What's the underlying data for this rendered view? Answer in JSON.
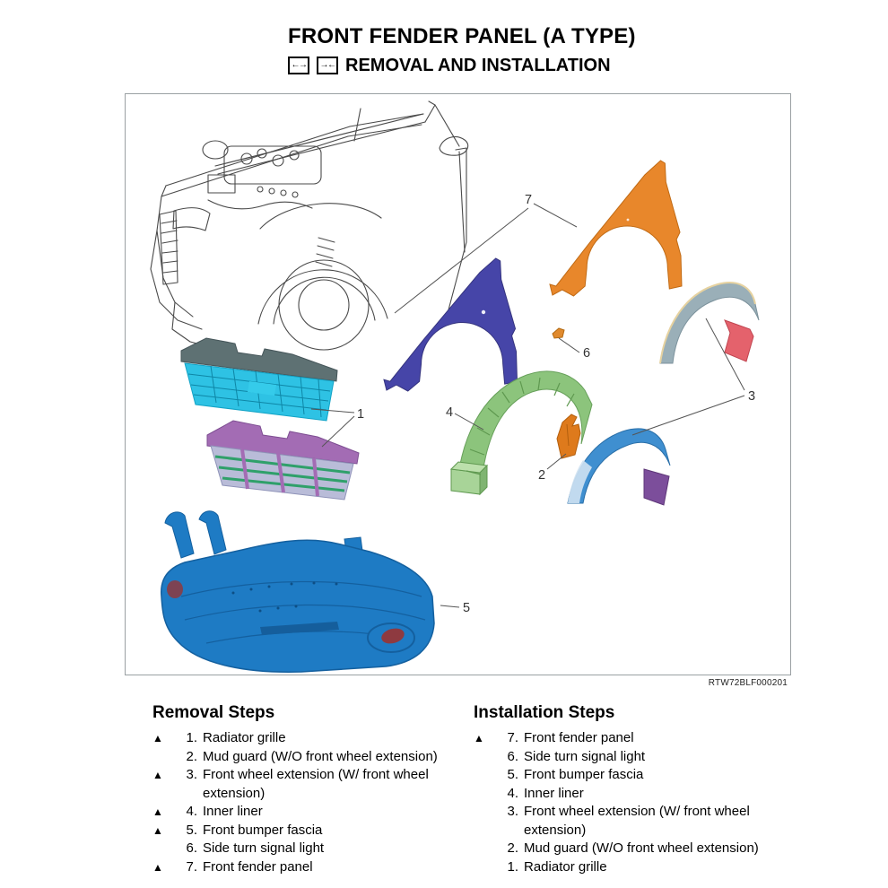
{
  "page": {
    "title": "FRONT FENDER PANEL (A TYPE)",
    "subtitle": "REMOVAL AND INSTALLATION",
    "icons": [
      {
        "name": "removal-direction-icon",
        "glyph": "←→"
      },
      {
        "name": "installation-direction-icon",
        "glyph": "→←"
      }
    ]
  },
  "diagram": {
    "figure_code": "RTW72BLF000201",
    "parts": [
      {
        "callout": "1",
        "name": "Radiator grille",
        "colors": [
          "#2EC2E4",
          "#A36CB4"
        ]
      },
      {
        "callout": "2",
        "name": "Mud guard (W/O front wheel extension)",
        "colors": [
          "#DE7A1C"
        ]
      },
      {
        "callout": "3",
        "name": "Front wheel extension (W/ front wheel extension)",
        "colors": [
          "#9AAFB8",
          "#3F8FD0"
        ]
      },
      {
        "callout": "4",
        "name": "Inner liner",
        "colors": [
          "#8CC47C"
        ]
      },
      {
        "callout": "5",
        "name": "Front bumper fascia",
        "colors": [
          "#1E7BC4"
        ]
      },
      {
        "callout": "6",
        "name": "Side turn signal light",
        "colors": [
          "#E08A2E"
        ]
      },
      {
        "callout": "7",
        "name": "Front fender panel",
        "colors": [
          "#4645A8",
          "#E8872B"
        ]
      }
    ]
  },
  "removal": {
    "heading": "Removal Steps",
    "items": [
      {
        "marker": "▲",
        "number": "1.",
        "text": "Radiator grille"
      },
      {
        "marker": "",
        "number": "2.",
        "text": "Mud guard (W/O front wheel extension)"
      },
      {
        "marker": "▲",
        "number": "3.",
        "text": "Front wheel extension (W/ front wheel extension)"
      },
      {
        "marker": "▲",
        "number": "4.",
        "text": "Inner liner"
      },
      {
        "marker": "▲",
        "number": "5.",
        "text": "Front bumper fascia"
      },
      {
        "marker": "",
        "number": "6.",
        "text": "Side turn signal light"
      },
      {
        "marker": "▲",
        "number": "7.",
        "text": "Front fender panel"
      }
    ]
  },
  "installation": {
    "heading": "Installation Steps",
    "items": [
      {
        "marker": "▲",
        "number": "7.",
        "text": "Front fender panel"
      },
      {
        "marker": "",
        "number": "6.",
        "text": "Side turn signal light"
      },
      {
        "marker": "",
        "number": "5.",
        "text": "Front bumper fascia"
      },
      {
        "marker": "",
        "number": "4.",
        "text": "Inner liner"
      },
      {
        "marker": "",
        "number": "3.",
        "text": "Front wheel extension (W/ front wheel extension)"
      },
      {
        "marker": "",
        "number": "2.",
        "text": "Mud guard (W/O front wheel extension)"
      },
      {
        "marker": "",
        "number": "1.",
        "text": "Radiator grille"
      }
    ]
  }
}
